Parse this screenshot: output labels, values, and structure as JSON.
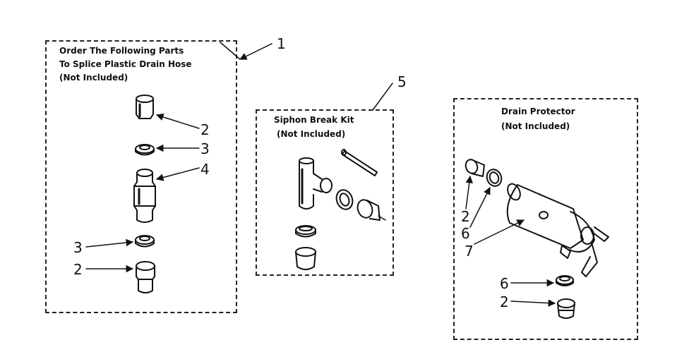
{
  "panels": {
    "splice": {
      "title_lines": [
        "Order The Following Parts",
        "To Splice Plastic Drain Hose",
        "(Not Included)"
      ],
      "ref": "1"
    },
    "siphon": {
      "title_lines": [
        "Siphon Break Kit",
        "(Not Included)"
      ],
      "ref": "5"
    },
    "drain": {
      "title_lines": [
        "Drain Protector",
        "(Not Included)"
      ]
    }
  },
  "callouts": {
    "splice_top_connector": "2",
    "splice_top_ring": "3",
    "splice_coupler": "4",
    "splice_bottom_ring": "3",
    "splice_bottom_connector": "2",
    "drain_left_connector": "2",
    "drain_left_ring": "6",
    "drain_body": "7",
    "drain_bottom_ring": "6",
    "drain_bottom_connector": "2"
  }
}
